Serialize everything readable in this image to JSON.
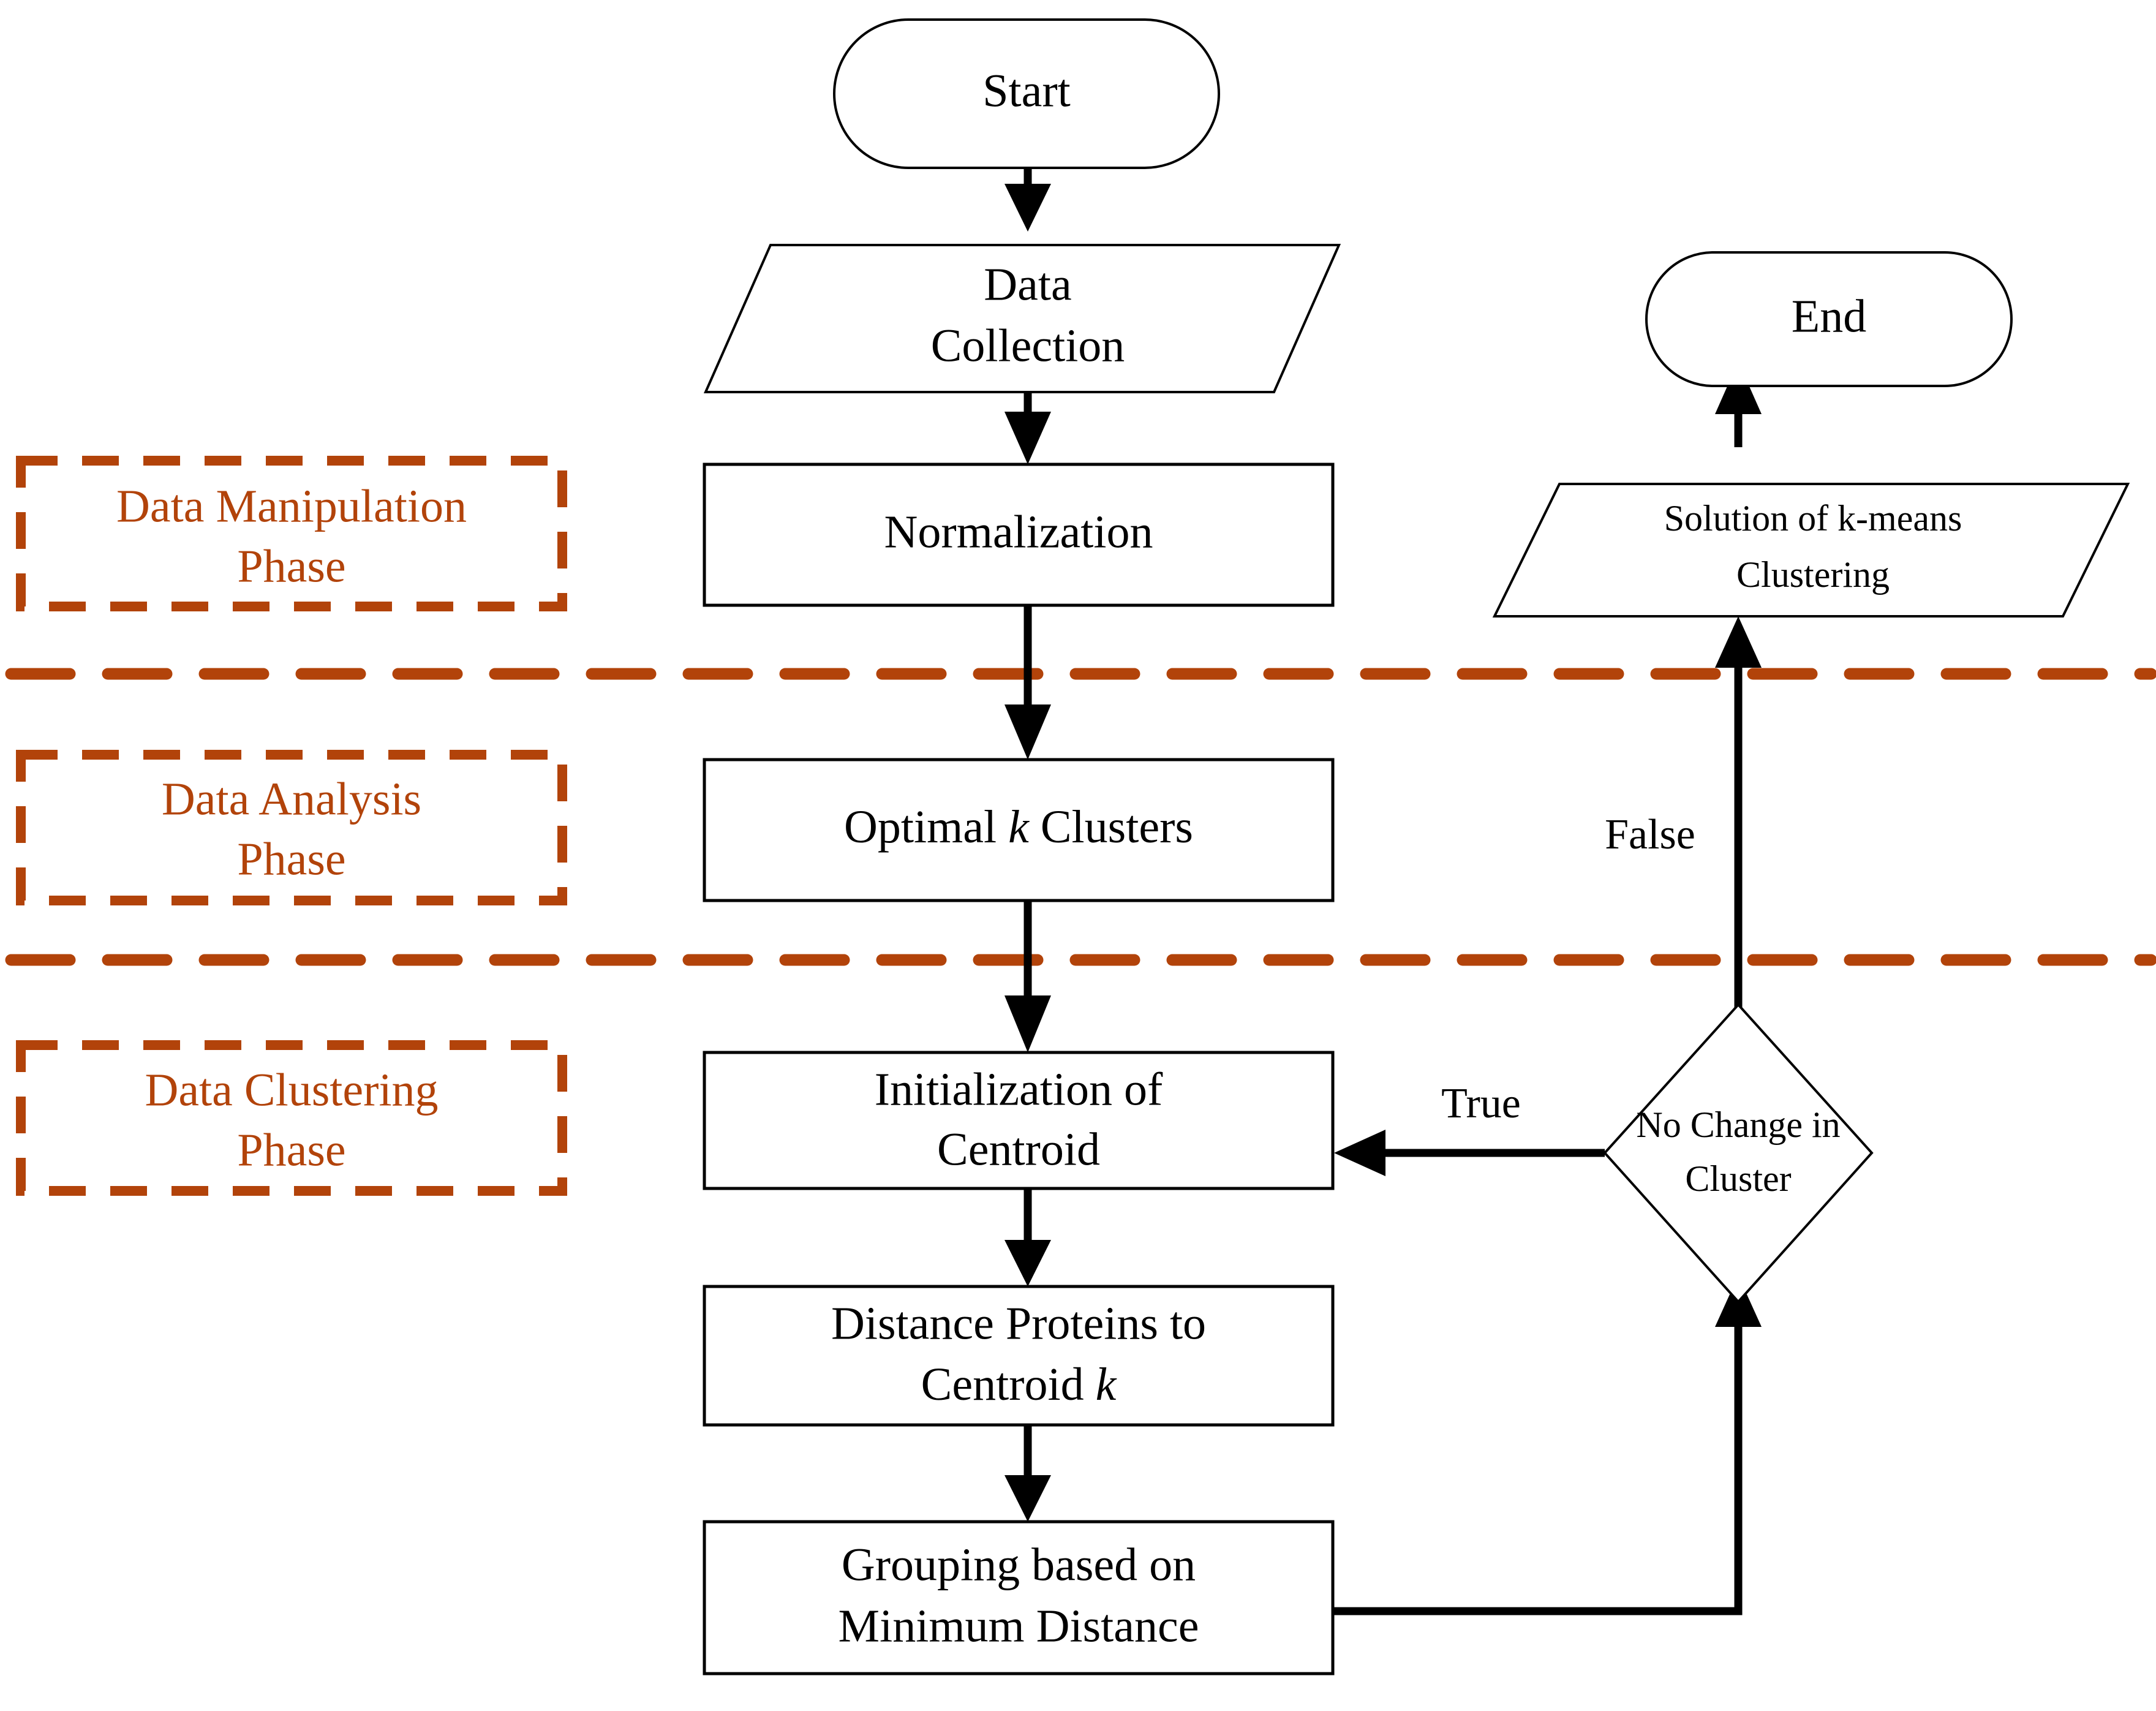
{
  "diagram": {
    "title": "k-means clustering workflow flowchart",
    "accent_color": "#b2430a",
    "line_color": "#000000",
    "background_color": "#ffffff"
  },
  "phases": [
    {
      "id": "manipulation",
      "line1": "Data Manipulation",
      "line2": "Phase"
    },
    {
      "id": "analysis",
      "line1": "Data Analysis",
      "line2": "Phase"
    },
    {
      "id": "clustering",
      "line1": "Data Clustering",
      "line2": "Phase"
    }
  ],
  "nodes": {
    "start": {
      "label": "Start",
      "shape": "terminator"
    },
    "data_collection": {
      "line1": "Data",
      "line2": "Collection",
      "shape": "parallelogram"
    },
    "normalization": {
      "label": "Normalization",
      "shape": "process"
    },
    "optimal_k": {
      "pre": "Optimal ",
      "ital": "k",
      "post": " Clusters",
      "shape": "process"
    },
    "init_centroid": {
      "line1": "Initialization of",
      "line2": "Centroid",
      "shape": "process"
    },
    "distance": {
      "line1": "Distance Proteins to",
      "line2_pre": "Centroid ",
      "line2_ital": "k",
      "shape": "process"
    },
    "grouping": {
      "line1": "Grouping based on",
      "line2": "Minimum Distance",
      "shape": "process"
    },
    "decision": {
      "line1": "No Change in",
      "line2": "Cluster",
      "shape": "decision"
    },
    "solution": {
      "line1": "Solution of k-means",
      "line2": "Clustering",
      "shape": "parallelogram"
    },
    "end": {
      "label": "End",
      "shape": "terminator"
    }
  },
  "edge_labels": {
    "true": "True",
    "false": "False"
  }
}
